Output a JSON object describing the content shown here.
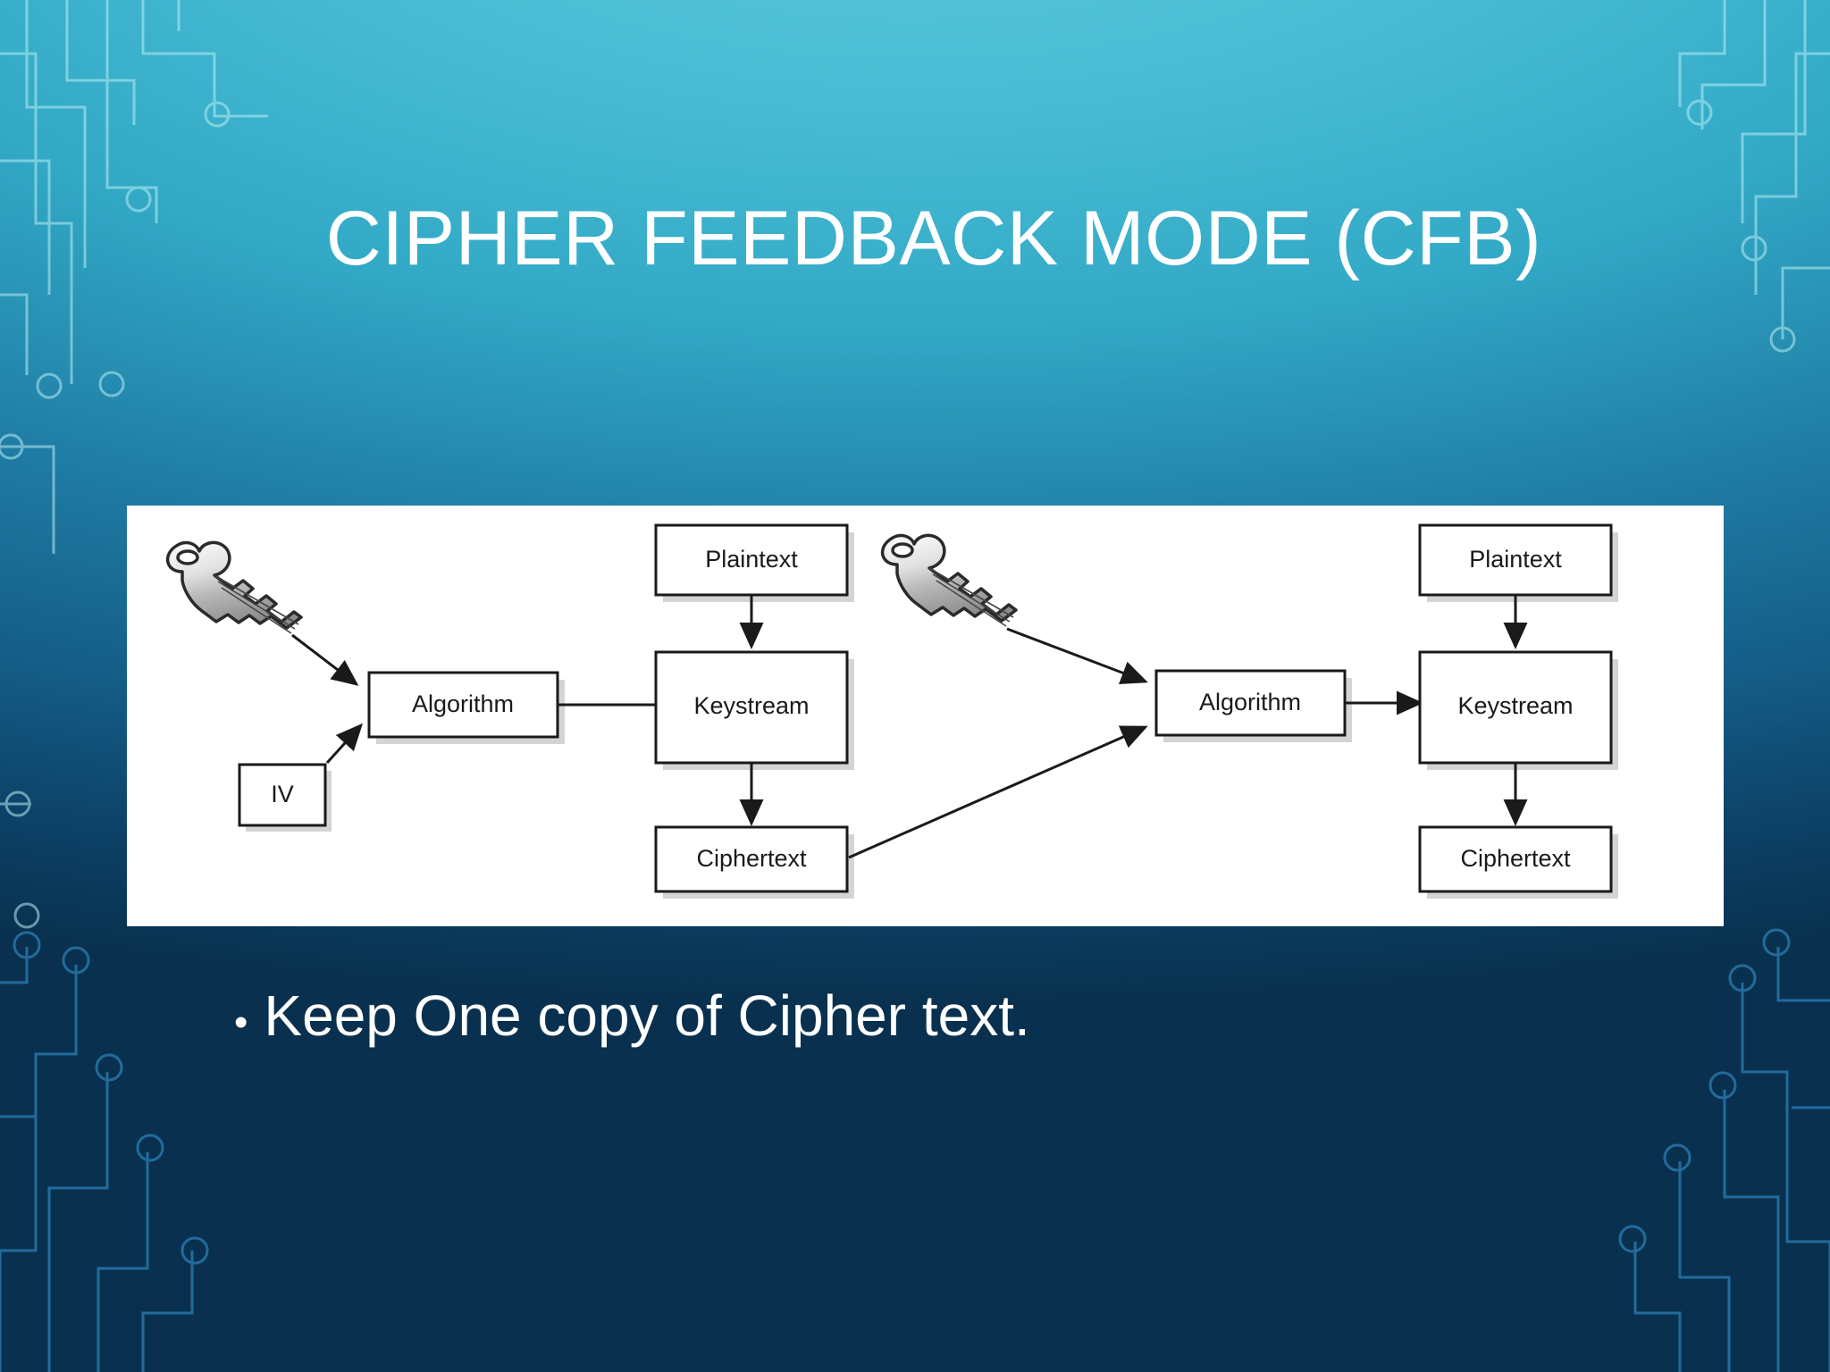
{
  "slide": {
    "title": "CIPHER FEEDBACK MODE (CFB)",
    "background_top_color": "#4fc3d9",
    "background_bottom_color": "#0a3050",
    "title_color": "#ffffff"
  },
  "diagram": {
    "panel_background": "#ffffff",
    "stages": [
      {
        "name": "encryption-stage",
        "key_icon": "key-icon",
        "boxes": {
          "iv": "IV",
          "algorithm": "Algorithm",
          "plaintext": "Plaintext",
          "keystream": "Keystream",
          "ciphertext": "Ciphertext"
        }
      },
      {
        "name": "decryption-stage",
        "key_icon": "key-icon",
        "boxes": {
          "algorithm": "Algorithm",
          "plaintext": "Plaintext",
          "keystream": "Keystream",
          "ciphertext": "Ciphertext"
        }
      }
    ],
    "connections": [
      "key-to-algorithm",
      "iv-to-algorithm",
      "algorithm-to-keystream",
      "plaintext-to-keystream",
      "keystream-to-ciphertext",
      "ciphertext-feedback-to-algorithm"
    ]
  },
  "body": {
    "bullet_marker": "•",
    "bullets": [
      "Keep One copy of Cipher text."
    ]
  }
}
